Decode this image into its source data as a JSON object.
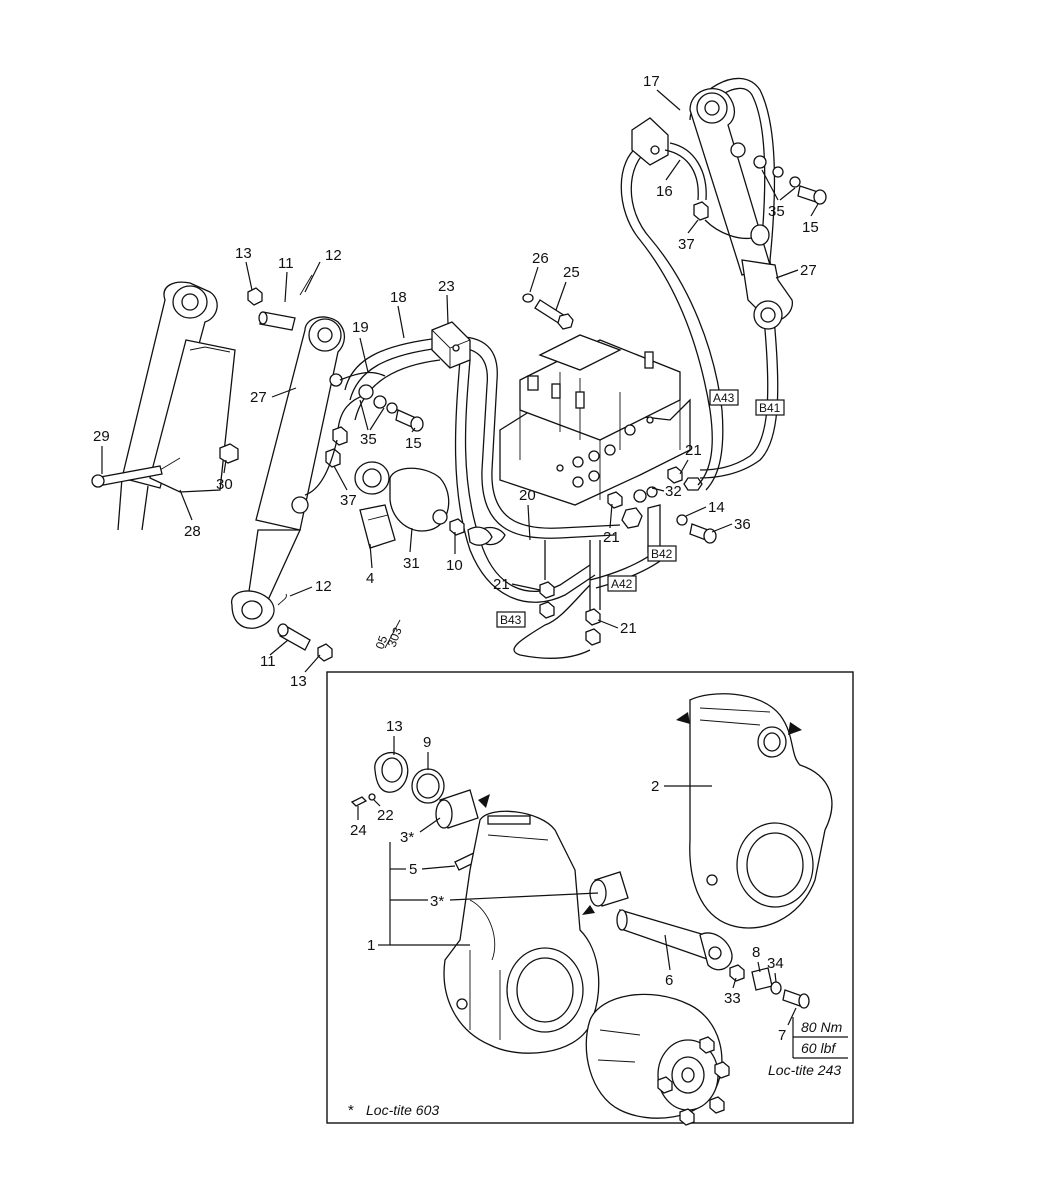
{
  "diagram": {
    "drawing_code": {
      "top": "05",
      "bottom": "303"
    },
    "port_tags": [
      "A43",
      "B41",
      "B42",
      "A42",
      "B43"
    ],
    "callouts_top": [
      "13",
      "11",
      "12",
      "29",
      "30",
      "28",
      "27",
      "18",
      "19",
      "23",
      "26",
      "25",
      "35",
      "15",
      "37",
      "4",
      "31",
      "10",
      "20",
      "21",
      "32",
      "14",
      "36",
      "12",
      "11",
      "13",
      "17",
      "16",
      "35",
      "15",
      "37",
      "27"
    ],
    "callouts_inset": [
      "13",
      "9",
      "22",
      "24",
      "3*",
      "5",
      "3*",
      "1",
      "2",
      "6",
      "8",
      "34",
      "33",
      "7"
    ],
    "torque": {
      "nm": "80 Nm",
      "lbf": "60 lbf"
    },
    "notes": {
      "loctite_243": "Loc-tite 243",
      "loctite_603": "Loc-tite 603",
      "star": "*"
    }
  }
}
